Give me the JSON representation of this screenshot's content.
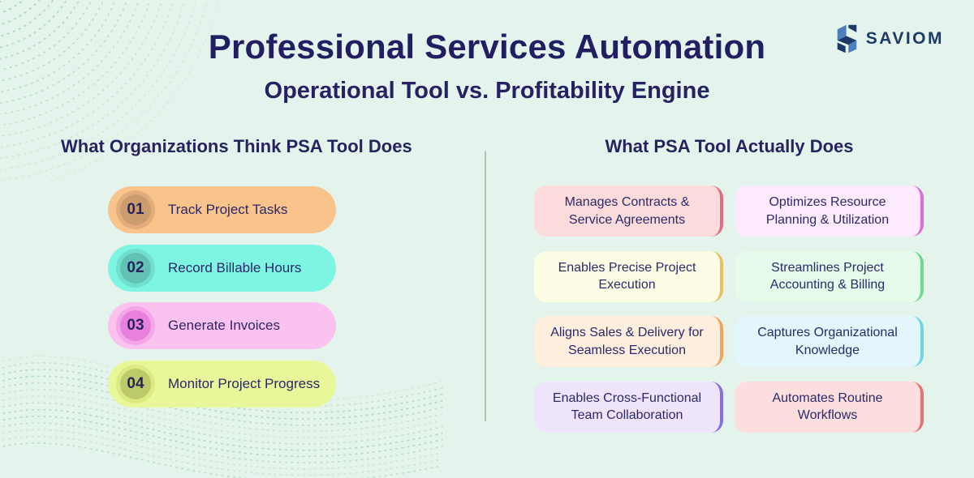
{
  "page": {
    "title": "Professional Services Automation",
    "subtitle": "Operational Tool vs. Profitability Engine"
  },
  "logo": {
    "text": "SAVIOM",
    "navy": "#1d3a66",
    "blue": "#4d7fbe"
  },
  "palette": {
    "background": "#e4f4ec",
    "heading_text": "#27235f",
    "title_text": "#221e62",
    "divider": "#b5c2b9",
    "dots_green": "#7cc08f"
  },
  "left_section": {
    "heading": "What Organizations Think PSA Tool Does",
    "items": [
      {
        "number": "01",
        "label": "Track Project Tasks",
        "bg": "#f9c48c",
        "circle": "#cb9c6e",
        "ring": "#e2ad7b"
      },
      {
        "number": "02",
        "label": "Record Billable Hours",
        "bg": "#7df5e2",
        "circle": "#63c2b5",
        "ring": "#6fe0ce"
      },
      {
        "number": "03",
        "label": "Generate Invoices",
        "bg": "#fbc1ef",
        "circle": "#e881dd",
        "ring": "#f5a5e9"
      },
      {
        "number": "04",
        "label": "Monitor Project Progress",
        "bg": "#e9f79b",
        "circle": "#bdca69",
        "ring": "#dcea81"
      }
    ]
  },
  "right_section": {
    "heading": "What PSA Tool Actually Does",
    "cards": [
      {
        "label": "Manages Contracts & Service Agreements",
        "bg": "#fcdbdc",
        "accent": "#dd6f85"
      },
      {
        "label": "Optimizes Resource Planning & Utilization",
        "bg": "#fdeafc",
        "accent": "#d96fd9"
      },
      {
        "label": "Enables Precise Project Execution",
        "bg": "#fdfce4",
        "accent": "#e6c063"
      },
      {
        "label": "Streamlines Project Accounting & Billing",
        "bg": "#e6fbea",
        "accent": "#72d88e"
      },
      {
        "label": "Aligns Sales & Delivery for Seamless Execution",
        "bg": "#fdeedd",
        "accent": "#eda65f"
      },
      {
        "label": "Captures Organizational Knowledge",
        "bg": "#e2f6fc",
        "accent": "#6fd5e6"
      },
      {
        "label": "Enables Cross-Functional Team Collaboration",
        "bg": "#eee4fc",
        "accent": "#8372e0"
      },
      {
        "label": "Automates Routine Workflows",
        "bg": "#fcdede",
        "accent": "#e67272"
      }
    ]
  }
}
